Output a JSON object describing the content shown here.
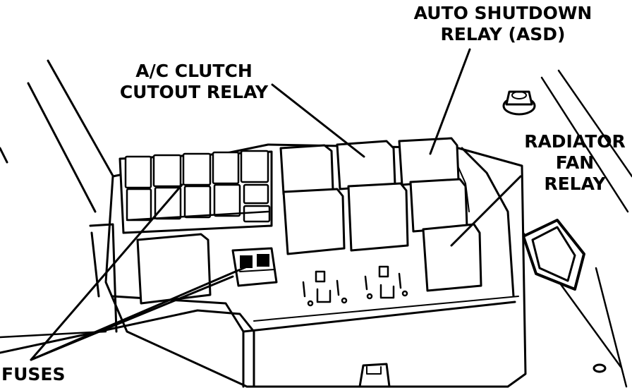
{
  "labels": {
    "asd": {
      "line1": "AUTO SHUTDOWN",
      "line2": "RELAY (ASD)"
    },
    "ac": {
      "line1": "A/C CLUTCH",
      "line2": "CUTOUT RELAY"
    },
    "radiator": {
      "line1": "RADIATOR",
      "line2": "FAN",
      "line3": "RELAY"
    },
    "fuses": {
      "line1": "FUSES"
    }
  }
}
